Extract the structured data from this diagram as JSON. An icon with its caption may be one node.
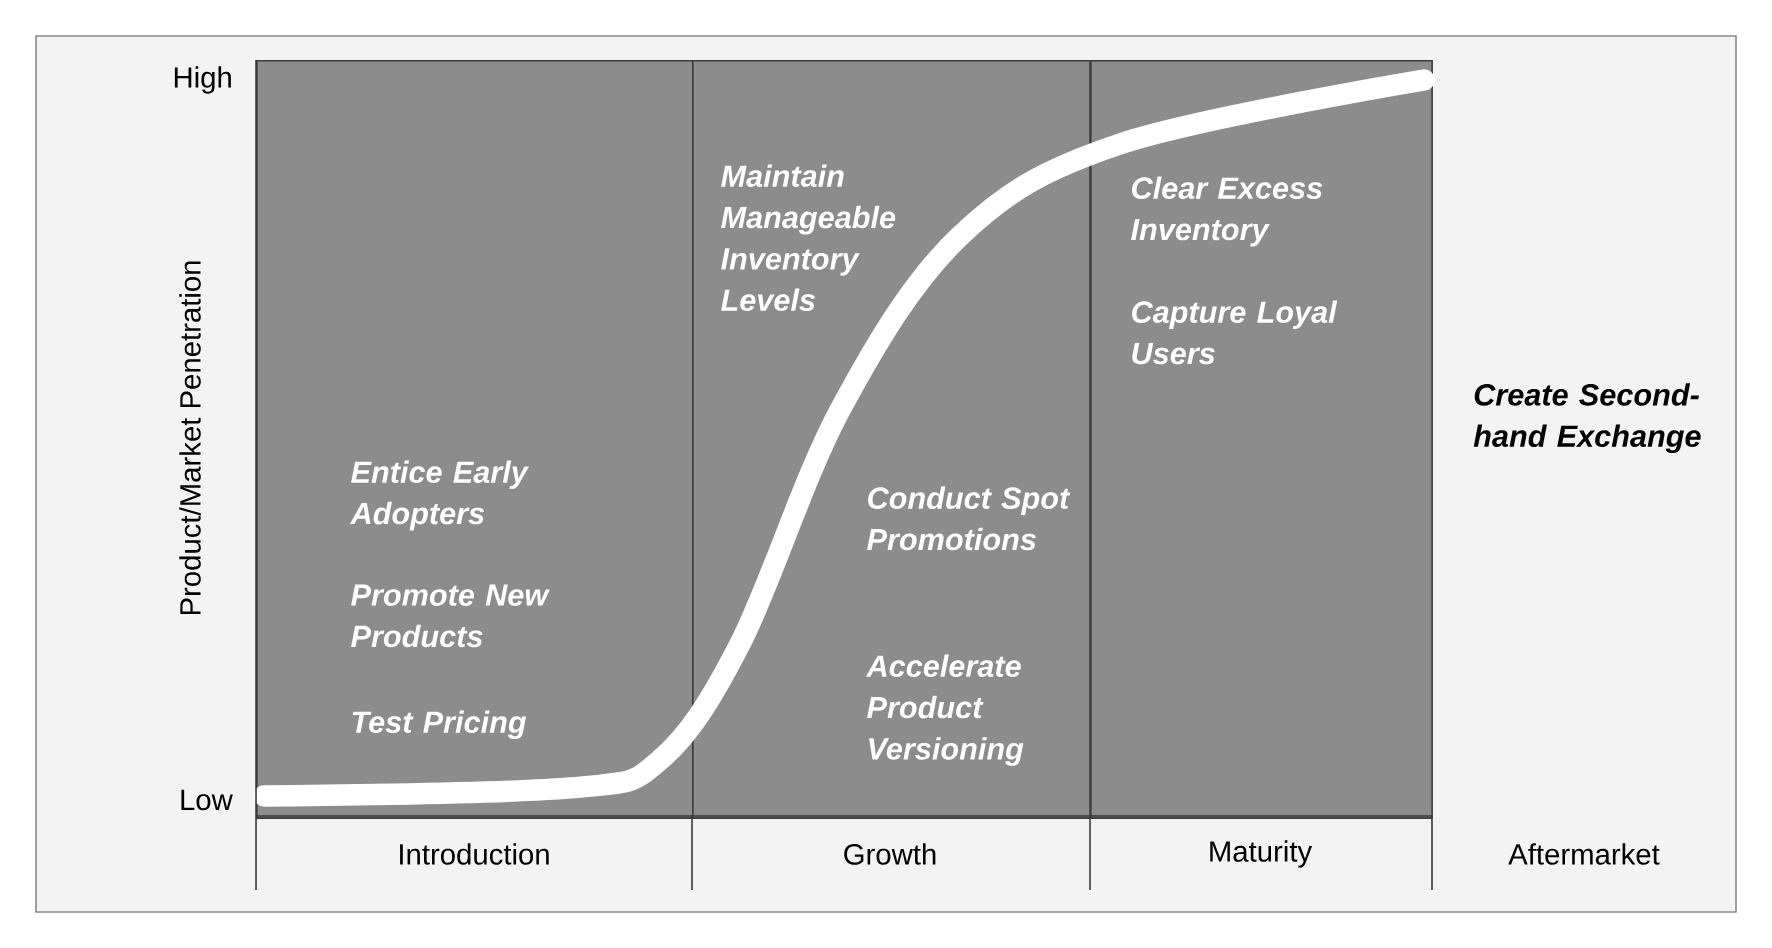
{
  "diagram": {
    "nodes": [
      {
        "text": [
          "Entice Early Adopters",
          "Promote New Products",
          "Test Pricing"
        ]
      },
      {
        "text": [
          "Maintain Manageable Inventory Levels",
          "Conduct Spot Promotions",
          "Accelerate Product Versioning"
        ]
      },
      {
        "text": [
          "Clear Excess Inventory",
          "Capture Loyal Users"
        ]
      }
    ],
    "labels": [
      "High",
      "Product/Market Penetration",
      "Low",
      "Create Second-hand Exchange",
      "Introduction",
      "Growth",
      "Maturity",
      "Aftermarket"
    ]
  }
}
